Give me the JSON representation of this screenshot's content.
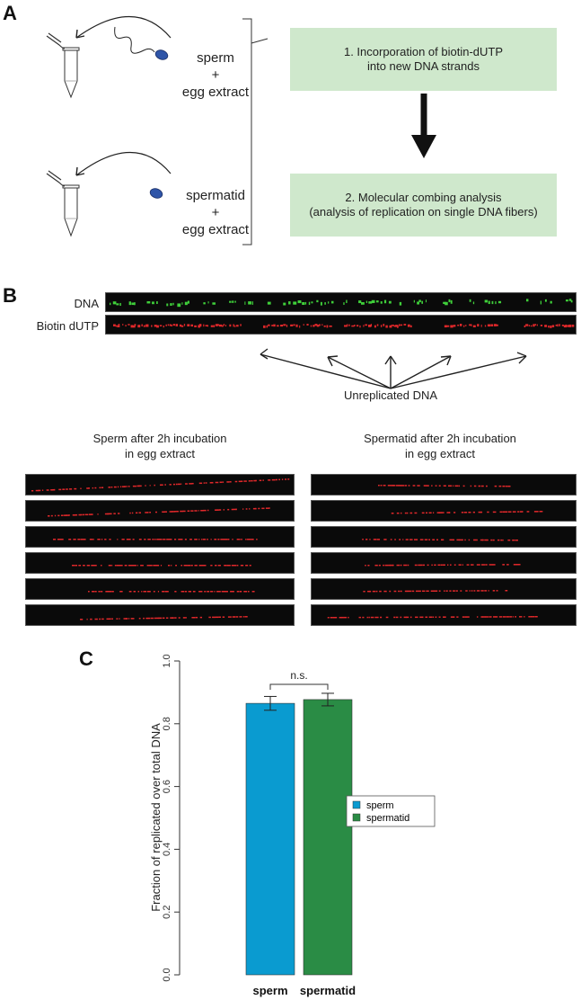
{
  "panel_a": {
    "letter": "A",
    "condition_1": {
      "line1": "sperm",
      "line2": "+",
      "line3": "egg extract"
    },
    "condition_2": {
      "line1": "spermatid",
      "line2": "+",
      "line3": "egg extract"
    },
    "step_1": {
      "line1": "1. Incorporation of biotin-dUTP",
      "line2": "into new DNA strands"
    },
    "step_2": {
      "line1": "2. Molecular combing analysis",
      "line2": "(analysis of replication on single DNA fibers)"
    },
    "colors": {
      "step_box": "#cfe8cc",
      "cell": "#2f55a8"
    }
  },
  "panel_b": {
    "letter": "B",
    "dna_label": "DNA",
    "biotin_label": "Biotin dUTP",
    "unreplicated_label": "Unreplicated DNA",
    "sperm_caption": {
      "line1": "Sperm after 2h incubation",
      "line2": "in egg extract"
    },
    "spermatid_caption": {
      "line1": "Spermatid after 2h incubation",
      "line2": "in egg extract"
    },
    "fiber_count_per_condition": 6,
    "colors": {
      "dna": "#3fcf3a",
      "biotin": "#e0282a",
      "background": "#0a0a0a"
    }
  },
  "panel_c": {
    "letter": "C"
  },
  "chart_data": {
    "type": "bar",
    "title": "",
    "categories": [
      "sperm",
      "spermatid"
    ],
    "values": [
      0.865,
      0.877
    ],
    "error": [
      0.022,
      0.02
    ],
    "colors": [
      "#0a9bd0",
      "#2a8c45"
    ],
    "xlabel": "",
    "ylabel": "Fraction of replicated over total DNA",
    "ylim": [
      0,
      1.0
    ],
    "yticks": [
      "0.0",
      "0.2",
      "0.4",
      "0.6",
      "0.8",
      "1.0"
    ],
    "grid": false,
    "legend": {
      "entries": [
        "sperm",
        "spermatid"
      ],
      "placement": "right"
    },
    "annotation": "n.s."
  }
}
